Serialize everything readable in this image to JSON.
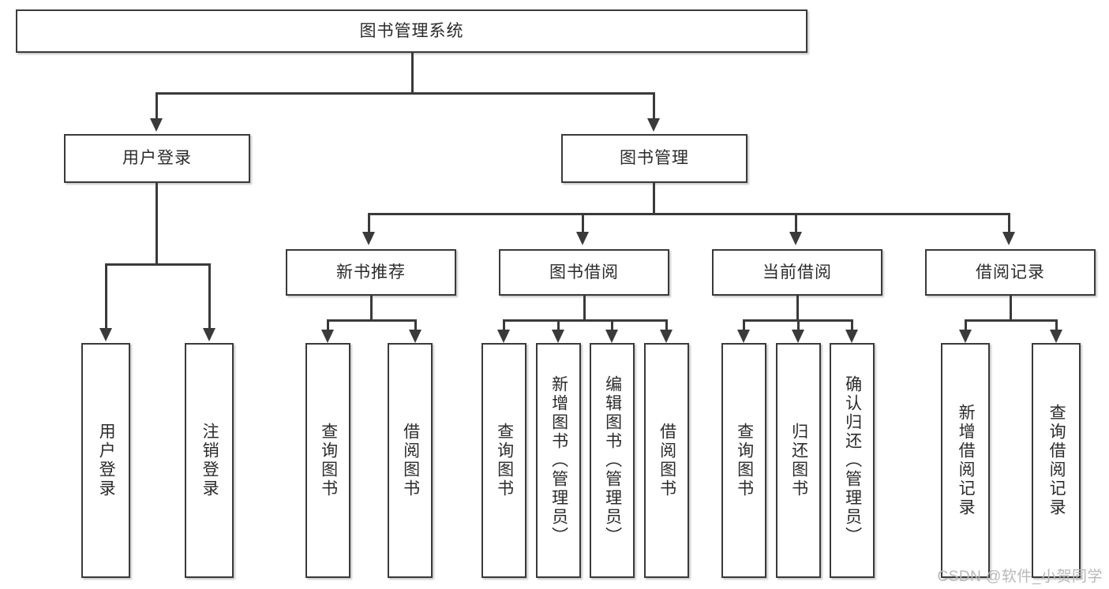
{
  "diagram": {
    "type": "tree",
    "title": "图书管理系统",
    "root": {
      "label": "图书管理系统"
    },
    "level2": [
      {
        "label": "用户登录"
      },
      {
        "label": "图书管理"
      }
    ],
    "level3": [
      {
        "label": "新书推荐"
      },
      {
        "label": "图书借阅"
      },
      {
        "label": "当前借阅"
      },
      {
        "label": "借阅记录"
      }
    ],
    "leaves": {
      "user_login": [
        {
          "label": "用户登录"
        },
        {
          "label": "注销登录"
        }
      ],
      "new_book": [
        {
          "label": "查询图书"
        },
        {
          "label": "借阅图书"
        }
      ],
      "book_borrow": [
        {
          "label": "查询图书"
        },
        {
          "label": "新增图书（管理员）"
        },
        {
          "label": "编辑图书（管理员）"
        },
        {
          "label": "借阅图书"
        }
      ],
      "current_borrow": [
        {
          "label": "查询图书"
        },
        {
          "label": "归还图书"
        },
        {
          "label": "确认归还（管理员）"
        }
      ],
      "borrow_record": [
        {
          "label": "新增借阅记录"
        },
        {
          "label": "查询借阅记录"
        }
      ]
    }
  },
  "watermark": {
    "text": "CSDN @软件_小贺同学"
  },
  "colors": {
    "stroke": "#3a3a3a",
    "background": "#ffffff",
    "text": "#2b2b2b",
    "watermark": "#b8b8b8"
  }
}
